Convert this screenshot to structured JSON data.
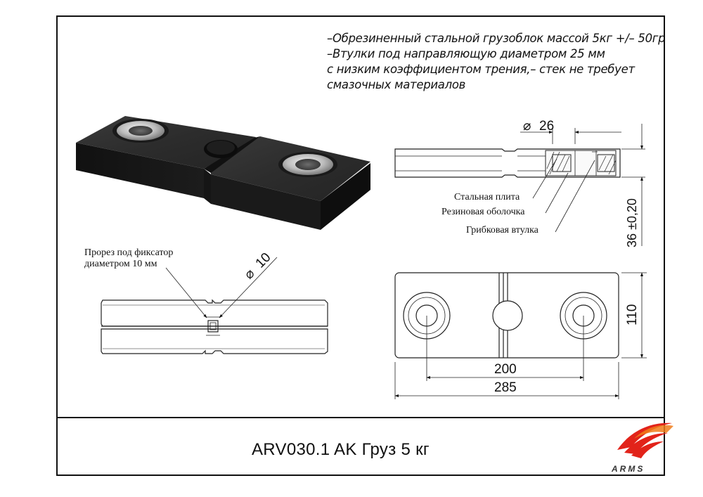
{
  "specs": [
    "–Обрезиненный стальной грузоблок массой 5кг +/– 50гр",
    "–Втулки под направляющую диаметром 25 мм",
    "с низким коэффициентом трения,– стек не требует",
    "смазочных материалов"
  ],
  "section_view": {
    "diameter_label": "26",
    "height_label": "36 ±0,20",
    "callouts": {
      "steel_plate": "Стальная плита",
      "rubber_shell": "Резиновая оболочка",
      "mushroom_bushing": "Грибковая втулка"
    }
  },
  "slot_view": {
    "note_line1": "Прорез под фиксатор",
    "note_line2": "диаметром 10 мм",
    "diameter_label": "10"
  },
  "plan_view": {
    "width_label": "110",
    "spacing_label": "200",
    "length_label": "285"
  },
  "title": "ARV030.1 AK Груз 5 кг",
  "logo": {
    "text": "ARMS",
    "color": "#e2231a"
  }
}
